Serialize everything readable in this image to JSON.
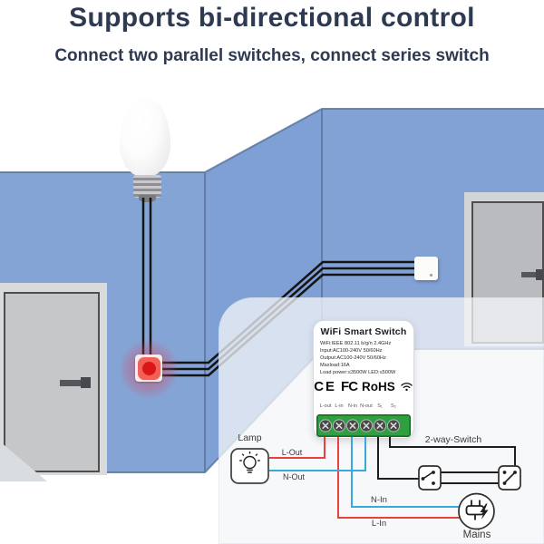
{
  "header": {
    "title": "Supports bi-directional control",
    "subtitle": "Connect two parallel switches, connect series switch"
  },
  "device": {
    "title": "WiFi Smart Switch",
    "specs": [
      "WiFi:IEEE 802.11 b/g/n 2.4GHz",
      "Input:AC100-240V 50/60Hz",
      "Output:AC100-240V 50/60Hz",
      "Maxload:16A",
      "Load power:≤3500W LED:≤500W"
    ],
    "certifications": {
      "ce": "CE",
      "fcc": "FC",
      "rohs": "RoHS"
    },
    "terminals": [
      "L-out",
      "L-in",
      "N-in",
      "N-out",
      "S₁",
      "S₂"
    ]
  },
  "diagram": {
    "lamp_label": "Lamp",
    "l_out_label": "L-Out",
    "n_out_label": "N-Out",
    "n_in_label": "N-In",
    "l_in_label": "L-In",
    "two_way_switch_label": "2-way-Switch",
    "mains_label": "Mains"
  },
  "colors": {
    "heading": "#2e3a52",
    "wall": "#85a4d6",
    "live_wire": "#e8403a",
    "neutral_wire": "#36a9e1",
    "switch_wire": "#1e1e1e",
    "terminal_block": "#2f9f42",
    "button": "#dc1616"
  }
}
